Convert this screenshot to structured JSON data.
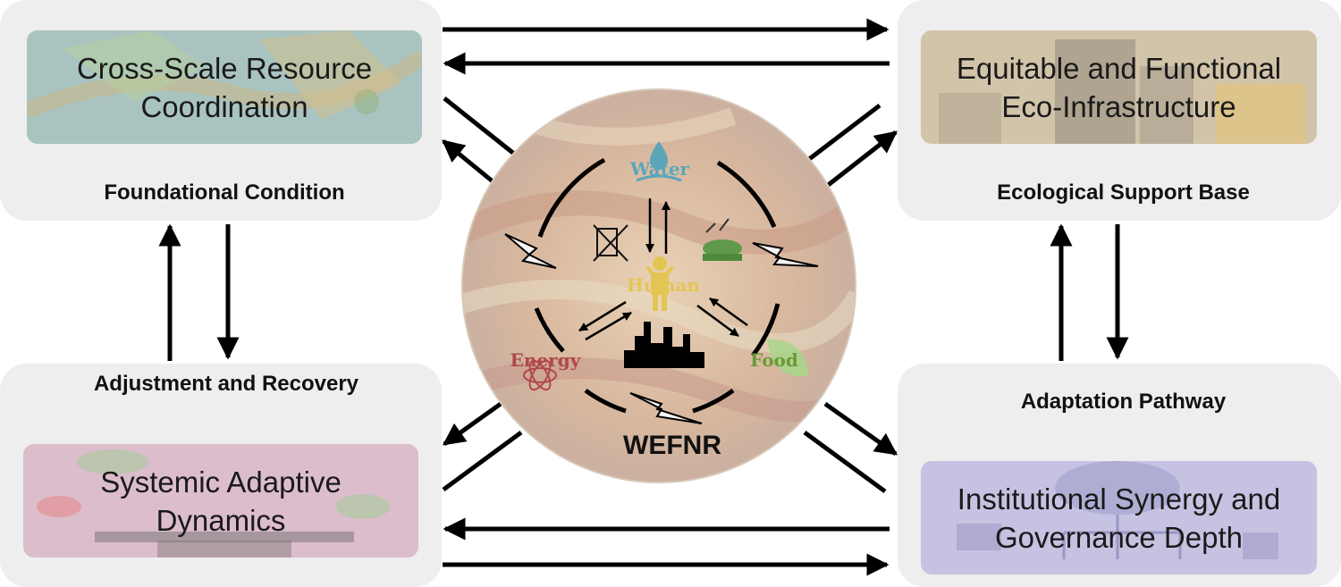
{
  "panels": {
    "top_left": {
      "banner_line1": "Cross-Scale Resource",
      "banner_line2": "Coordination",
      "caption": "Foundational Condition"
    },
    "top_right": {
      "banner_line1": "Equitable and Functional",
      "banner_line2": "Eco-Infrastructure",
      "caption": "Ecological Support Base"
    },
    "bottom_left": {
      "banner_line1": "Systemic Adaptive",
      "banner_line2": "Dynamics",
      "caption": "Adjustment and Recovery"
    },
    "bottom_right": {
      "banner_line1": "Institutional Synergy and",
      "banner_line2": "Governance Depth",
      "caption": "Adaptation Pathway"
    }
  },
  "center": {
    "title": "WEFNR",
    "nodes": {
      "water": "Water",
      "human": "Human",
      "energy": "Energy",
      "food": "Food"
    }
  },
  "colors": {
    "panel_bg": "#eeeeee",
    "banner_top_left": "#a9c3c0",
    "banner_top_right": "#d2c4a9",
    "banner_bottom_left": "#dcbdcc",
    "banner_bottom_right": "#c6c2e2",
    "water": "#5aa6b8",
    "human": "#e3c553",
    "energy": "#b0474c",
    "food": "#6a9a3a",
    "arrow": "#000000"
  },
  "icons": [
    "water-drop-icon",
    "tools-icon",
    "farming-icon",
    "person-icon",
    "city-skyline-icon",
    "atom-icon",
    "leaf-icon",
    "lightning-bolt-icon"
  ]
}
